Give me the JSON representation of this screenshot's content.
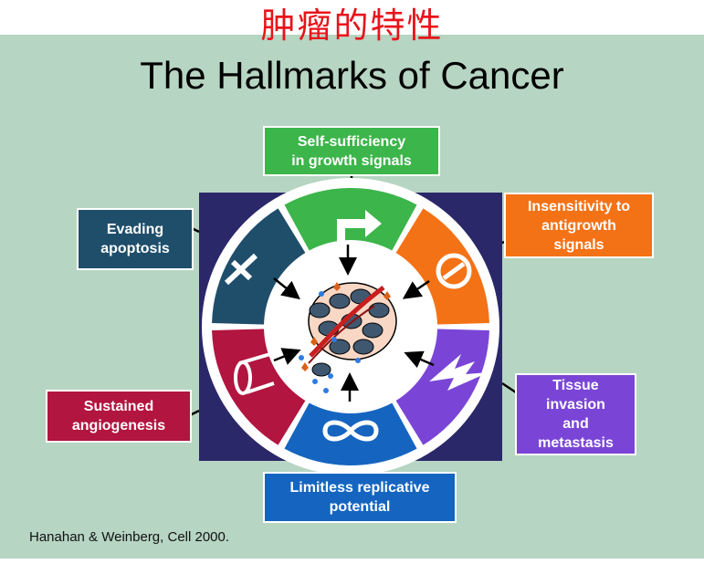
{
  "header": {
    "chinese_title": "肿瘤的特性",
    "title": "The Hallmarks of Cancer"
  },
  "hallmarks": [
    {
      "id": "self-sufficiency",
      "label": "Self-sufficiency\nin growth signals",
      "color": "#3cb54a"
    },
    {
      "id": "insensitivity",
      "label": "Insensitivity to\nantigrowth\nsignals",
      "color": "#f47216"
    },
    {
      "id": "evading",
      "label": "Evading\napoptosis",
      "color": "#1f4e6b"
    },
    {
      "id": "angiogenesis",
      "label": "Sustained\nangiogenesis",
      "color": "#b2153f"
    },
    {
      "id": "invasion",
      "label": "Tissue\ninvasion\nand\nmetastasis",
      "color": "#7a45d6"
    },
    {
      "id": "replicative",
      "label": "Limitless replicative\npotential",
      "color": "#1565c0"
    }
  ],
  "colors": {
    "background": "#b6d5c2",
    "panel": "#2a2868",
    "wheel_green": "#3cb54a",
    "wheel_orange": "#f47216",
    "wheel_purple": "#7a45d6",
    "wheel_blue": "#1565c0",
    "wheel_red": "#b2153f",
    "wheel_navy": "#1f4e6b",
    "title_red": "#e8141b"
  },
  "icons": [
    "arrow-icon",
    "no-entry-icon",
    "jagged-icon",
    "infinity-icon",
    "vessel-icon",
    "cross-icon"
  ],
  "citation": "Hanahan & Weinberg, Cell 2000."
}
